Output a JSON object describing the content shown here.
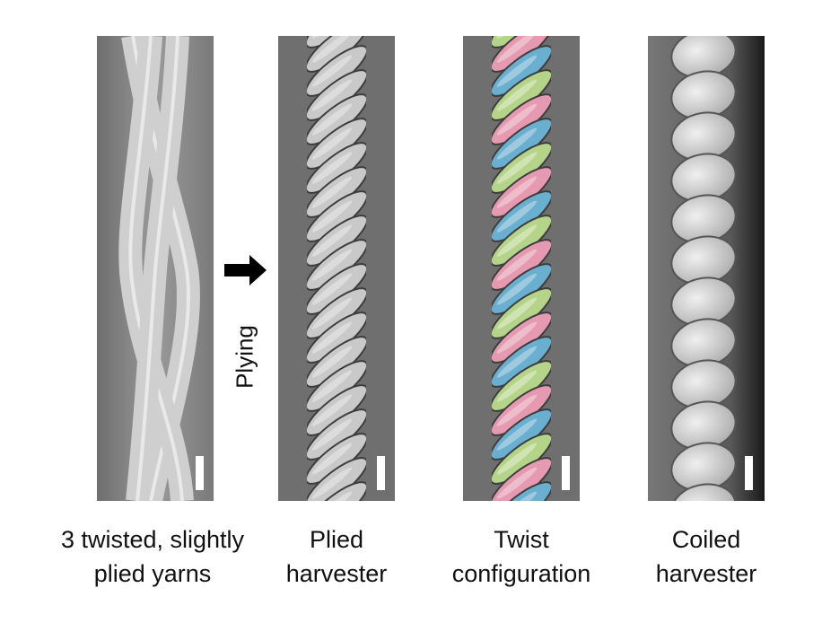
{
  "panels": [
    {
      "id": "slightly-plied",
      "label_lines": [
        "3 twisted, slightly",
        "plied yarns"
      ]
    },
    {
      "id": "plied",
      "label_lines": [
        "Plied",
        "harvester"
      ]
    },
    {
      "id": "twist-config",
      "label_lines": [
        "Twist",
        "configuration"
      ]
    },
    {
      "id": "coiled",
      "label_lines": [
        "Coiled",
        "harvester"
      ]
    }
  ],
  "process_label": "Plying",
  "colors": {
    "pink": "#e59ab1",
    "blue": "#6aaed0",
    "green": "#b5d48a",
    "bg": "#7a7a7a"
  }
}
